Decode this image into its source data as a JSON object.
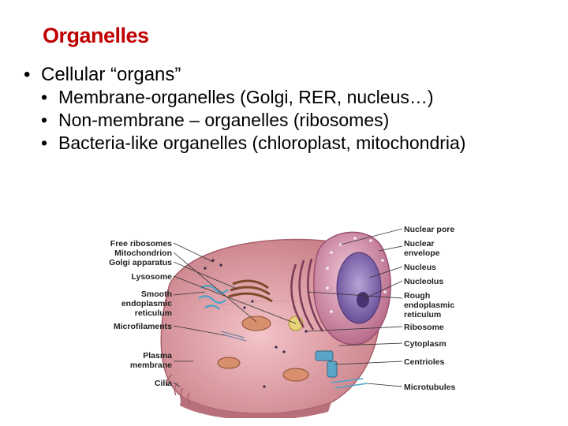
{
  "slide": {
    "title": "Organelles",
    "bullets": [
      {
        "text": "Cellular “organs”",
        "level": 1
      },
      {
        "text": "Membrane-organelles (Golgi, RER, nucleus…)",
        "level": 2
      },
      {
        "text": "Non-membrane – organelles (ribosomes)",
        "level": 2
      },
      {
        "text": "Bacteria-like organelles (chloroplast, mitochondria)",
        "level": 2
      }
    ]
  },
  "diagram": {
    "left_labels": {
      "free_ribosomes": "Free ribosomes",
      "mitochondrion": "Mitochondrion",
      "golgi": "Golgi apparatus",
      "lysosome": "Lysosome",
      "smooth_er_1": "Smooth",
      "smooth_er_2": "endoplasmic",
      "smooth_er_3": "reticulum",
      "microfilaments": "Microfilaments",
      "plasma_1": "Plasma",
      "plasma_2": "membrane",
      "cilia": "Cilia"
    },
    "right_labels": {
      "nuclear_pore": "Nuclear pore",
      "nuclear_env_1": "Nuclear",
      "nuclear_env_2": "envelope",
      "nucleus": "Nucleus",
      "nucleolus": "Nucleolus",
      "rough_er_1": "Rough",
      "rough_er_2": "endoplasmic",
      "rough_er_3": "reticulum",
      "ribosome": "Ribosome",
      "cytoplasm": "Cytoplasm",
      "centrioles": "Centrioles",
      "microtubules": "Microtubules"
    }
  }
}
